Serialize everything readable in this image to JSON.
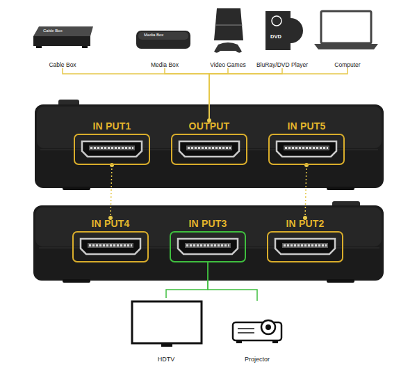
{
  "diagram": {
    "nodes": [
      {
        "text": [
          "Cable Box"
        ]
      },
      {
        "text": [
          "Media Box"
        ]
      },
      {
        "text": [
          "Video Games"
        ]
      },
      {
        "text": [
          "BluRay/DVD Player"
        ]
      },
      {
        "text": [
          "Computer"
        ]
      },
      {
        "text": [
          "IN PUT1"
        ]
      },
      {
        "text": [
          "OUTPUT"
        ]
      },
      {
        "text": [
          "IN PUT5"
        ]
      },
      {
        "text": [
          "IN PUT4"
        ]
      },
      {
        "text": [
          "IN PUT3"
        ]
      },
      {
        "text": [
          "IN PUT2"
        ]
      },
      {
        "text": [
          "HDTV"
        ]
      },
      {
        "text": [
          "Projector"
        ]
      }
    ],
    "edges": [
      {
        "from": 0,
        "to": 6,
        "arrow": "none"
      },
      {
        "from": 1,
        "to": 6,
        "arrow": "none"
      },
      {
        "from": 2,
        "to": 6,
        "arrow": "none"
      },
      {
        "from": 3,
        "to": 6,
        "arrow": "none"
      },
      {
        "from": 4,
        "to": 6,
        "arrow": "none"
      },
      {
        "from": 5,
        "to": 8,
        "arrow": "none"
      },
      {
        "from": 7,
        "to": 10,
        "arrow": "none"
      },
      {
        "from": 9,
        "to": 11,
        "arrow": "none"
      },
      {
        "from": 9,
        "to": 12,
        "arrow": "none"
      }
    ],
    "labels": [
      "Cable Box",
      "Media Box",
      "DVD"
    ]
  }
}
